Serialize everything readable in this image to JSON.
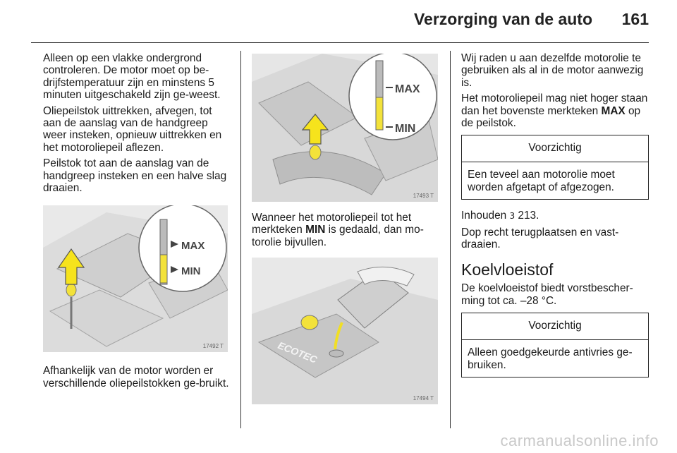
{
  "header": {
    "title": "Verzorging van de auto",
    "page_number": "161"
  },
  "col1": {
    "p1": "Alleen op een vlakke ondergrond controleren. De motor moet op be-drijfstemperatuur zijn en minstens 5 minuten uitgeschakeld zijn ge-weest.",
    "p2": "Oliepeilstok uittrekken, afvegen, tot aan de aanslag van de handgreep weer insteken, opnieuw uittrekken en het motoroliepeil aflezen.",
    "p3": "Peilstok tot aan de aanslag van de handgreep insteken en een halve slag draaien.",
    "figure": {
      "code": "17492 T",
      "label_max": "MAX",
      "label_min": "MIN"
    },
    "p4": "Afhankelijk van de motor worden er verschillende oliepeilstokken ge-bruikt."
  },
  "col2": {
    "figure1": {
      "code": "17493 T",
      "label_max": "MAX",
      "label_min": "MIN"
    },
    "p1_pre": "Wanneer het motoroliepeil tot het merkteken ",
    "p1_bold": "MIN",
    "p1_post": " is gedaald, dan mo-torolie bijvullen.",
    "figure2": {
      "code": "17494 T",
      "engine_text": "ECOTEC"
    }
  },
  "col3": {
    "p1": "Wij raden u aan dezelfde motorolie te gebruiken als al in de motor aanwezig is.",
    "p2_pre": "Het motoroliepeil mag niet hoger staan dan het bovenste merkteken ",
    "p2_bold": "MAX",
    "p2_post": " op de peilstok.",
    "caution1": {
      "heading": "Voorzichtig",
      "body": "Een teveel aan motorolie moet worden afgetapt of afgezogen."
    },
    "p3_pre": "Inhouden ",
    "p3_symbol": "3",
    "p3_post": " 213.",
    "p4": "Dop recht terugplaatsen en vast-draaien.",
    "section_title": "Koelvloeistof",
    "p5": "De koelvloeistof biedt vorstbescher-ming tot ca.  –28 °C.",
    "caution2": {
      "heading": "Voorzichtig",
      "body": "Alleen goedgekeurde antivries ge-bruiken."
    }
  },
  "watermark": "carmanualsonline.info"
}
